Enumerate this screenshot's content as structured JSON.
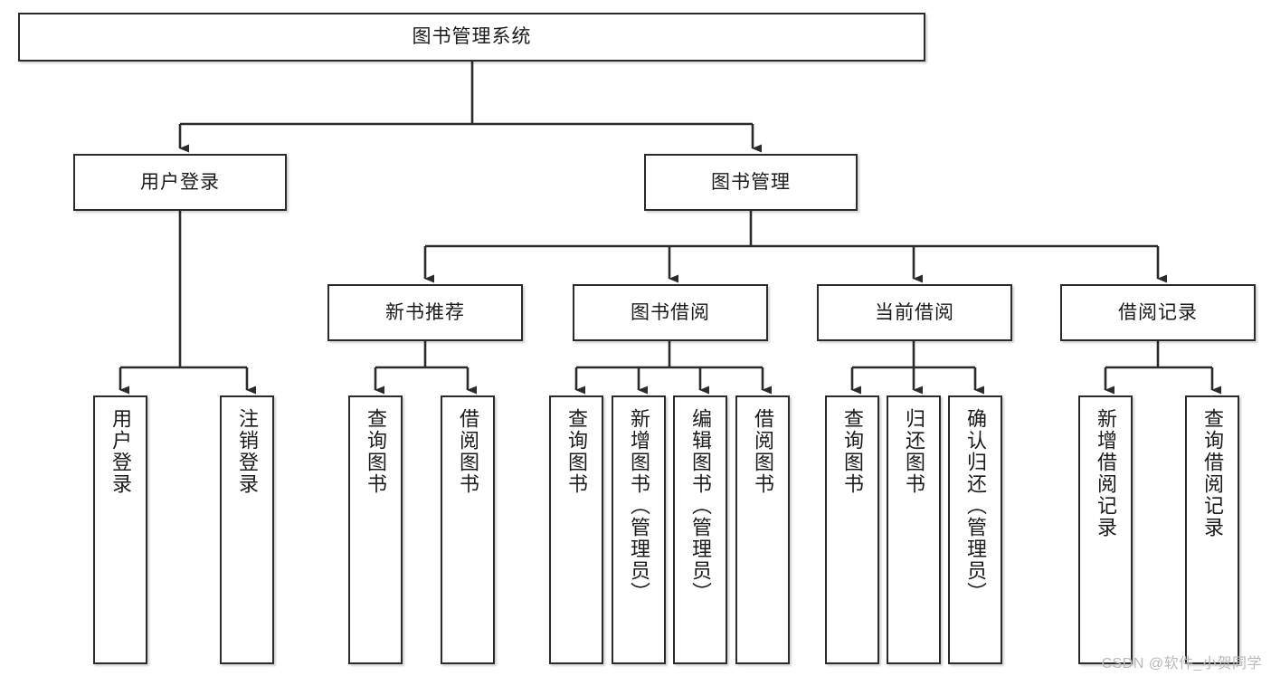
{
  "diagram": {
    "type": "tree",
    "title": "图书管理系统",
    "watermark": "CSDN @软件_小贺同学",
    "colors": {
      "box_border": "#2b2b2b",
      "box_fill": "#ffffff",
      "connector": "#2b2b2b",
      "text": "#1b1b1b",
      "watermark": "#b9b9b9"
    },
    "nodes": {
      "root": {
        "label": "图书管理系统"
      },
      "level2": [
        {
          "label": "用户登录"
        },
        {
          "label": "图书管理"
        }
      ],
      "level3": [
        {
          "label": "新书推荐"
        },
        {
          "label": "图书借阅"
        },
        {
          "label": "当前借阅"
        },
        {
          "label": "借阅记录"
        }
      ],
      "leaves": [
        {
          "label": "用户登录"
        },
        {
          "label": "注销登录"
        },
        {
          "label": "查询图书"
        },
        {
          "label": "借阅图书"
        },
        {
          "label": "查询图书"
        },
        {
          "label": "新增图书（管理员）"
        },
        {
          "label": "编辑图书（管理员）"
        },
        {
          "label": "借阅图书"
        },
        {
          "label": "查询图书"
        },
        {
          "label": "归还图书"
        },
        {
          "label": "确认归还（管理员）"
        },
        {
          "label": "新增借阅记录"
        },
        {
          "label": "查询借阅记录"
        }
      ]
    }
  }
}
